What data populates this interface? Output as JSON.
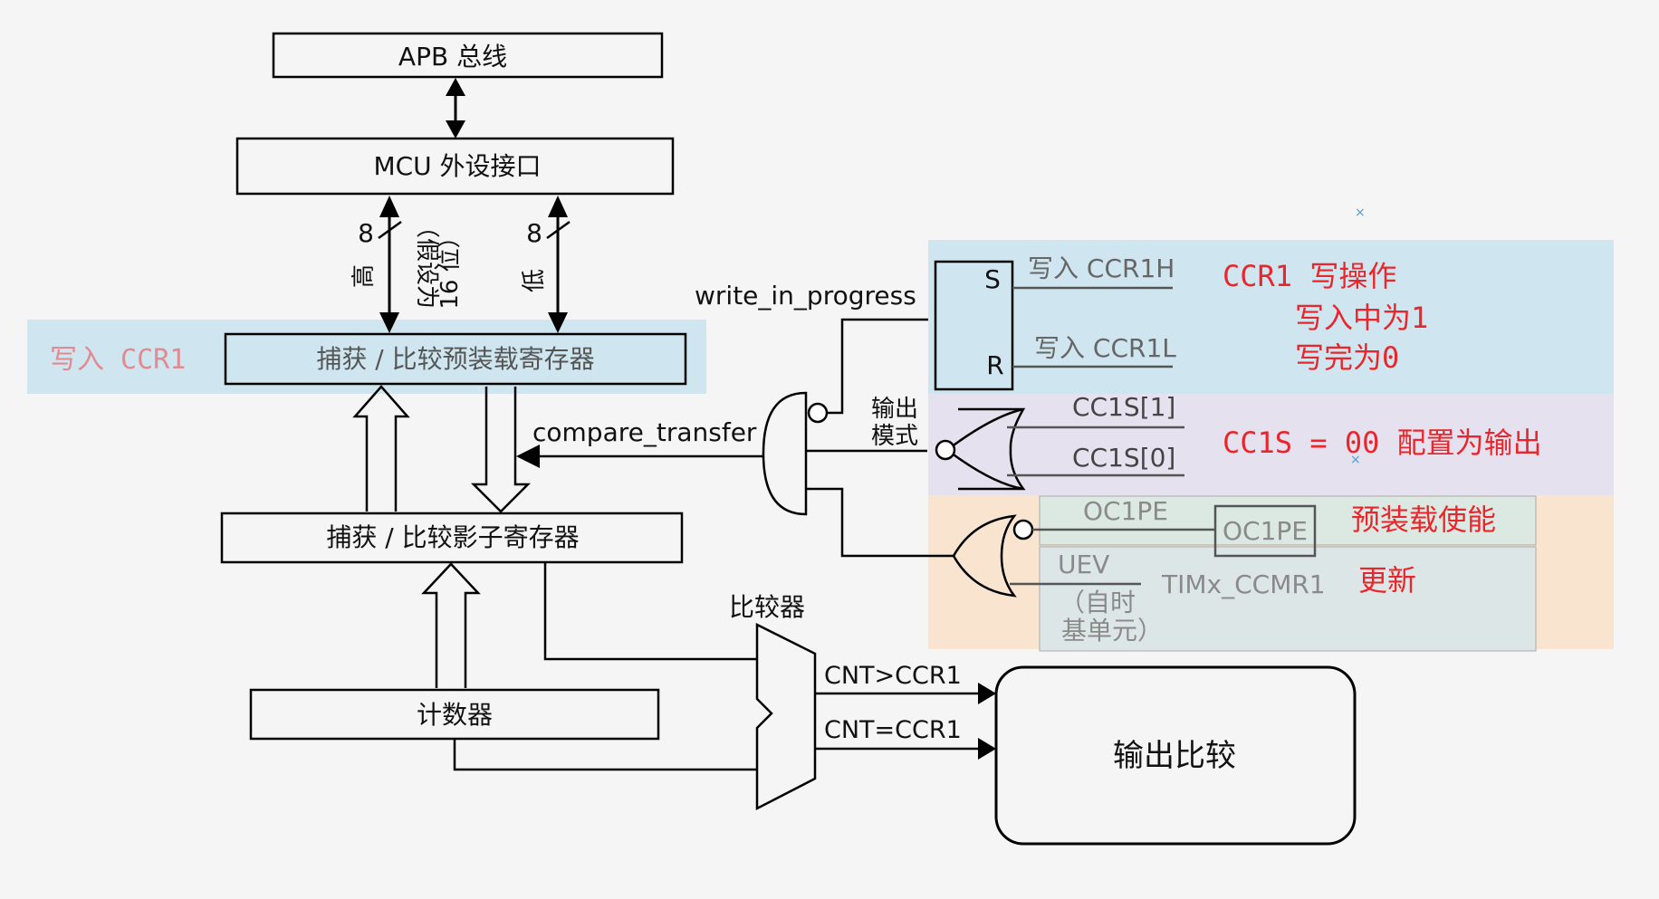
{
  "colors": {
    "highlight_blue": "#cfe6f0",
    "highlight_purple": "#e6e1ef",
    "highlight_orange": "#f8e4cf",
    "highlight_green": "#dbe9e2",
    "annotation_red": "#e8262b",
    "annotation_pink": "#e08a92",
    "faded_text": "#8a8a8a"
  },
  "boxes": {
    "apb_bus": "APB 总线",
    "mcu_interface": "MCU 外设接口",
    "preload_register": "捕获 / 比较预装载寄存器",
    "shadow_register": "捕获 / 比较影子寄存器",
    "counter": "计数器",
    "output_compare": "输出比较"
  },
  "bus_labels": {
    "high_width": "8",
    "high_label": "高",
    "high_note_1": "（假设为",
    "high_note_2": "16 位）",
    "low_width": "8",
    "low_label": "低"
  },
  "signals": {
    "write_in_progress": "write_in_progress",
    "compare_transfer": "compare_transfer",
    "output_mode_1": "输出",
    "output_mode_2": "模式",
    "comparator": "比较器",
    "cnt_gt": "CNT>CCR1",
    "cnt_eq": "CNT=CCR1",
    "sr_s": "S",
    "sr_r": "R",
    "write_ccr1h": "写入 CCR1H",
    "write_ccr1l": "写入 CCR1L",
    "cc1s_1": "CC1S[1]",
    "cc1s_0": "CC1S[0]",
    "oc1pe_line": "OC1PE",
    "oc1pe_box": "OC1PE",
    "uev": "UEV",
    "uev_note_1": "（自时",
    "uev_note_2": "基单元）",
    "timx_ccmr1": "TIMx_CCMR1"
  },
  "annotations": {
    "write_ccr1": "写入 CCR1",
    "ccr1_write_op": "CCR1 写操作",
    "writing_is_1": "写入中为1",
    "done_is_0": "写完为0",
    "cc1s_config": "CC1S = 00 配置为输出",
    "preload_enable": "预装载使能",
    "ccmr1_update": "更新"
  }
}
